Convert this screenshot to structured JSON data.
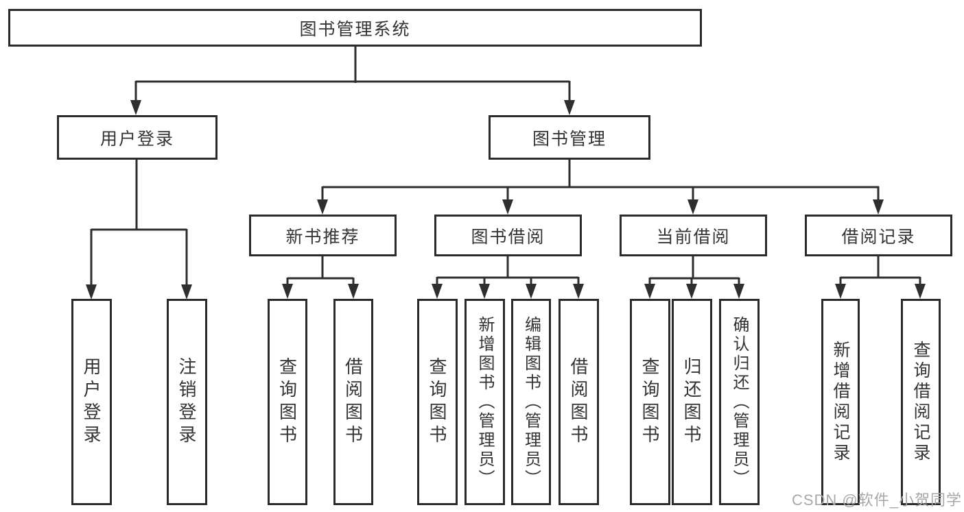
{
  "diagram": {
    "root": {
      "label": "图书管理系统",
      "children": [
        {
          "label": "用户登录",
          "children": [
            {
              "label": "用户登录"
            },
            {
              "label": "注销登录"
            }
          ]
        },
        {
          "label": "图书管理",
          "children": [
            {
              "label": "新书推荐",
              "children": [
                {
                  "label": "查询图书"
                },
                {
                  "label": "借阅图书"
                }
              ]
            },
            {
              "label": "图书借阅",
              "children": [
                {
                  "label": "查询图书"
                },
                {
                  "label": "新增图书（管理员）"
                },
                {
                  "label": "编辑图书（管理员）"
                },
                {
                  "label": "借阅图书"
                }
              ]
            },
            {
              "label": "当前借阅",
              "children": [
                {
                  "label": "查询图书"
                },
                {
                  "label": "归还图书"
                },
                {
                  "label": "确认归还（管理员）"
                }
              ]
            },
            {
              "label": "借阅记录",
              "children": [
                {
                  "label": "新增借阅记录"
                },
                {
                  "label": "查询借阅记录"
                }
              ]
            }
          ]
        }
      ]
    },
    "watermark": "CSDN @软件_小贺同学",
    "colors": {
      "line": "#2e2e2e",
      "box_border": "#2b2b2b",
      "box_fill": "#ffffff",
      "text": "#333333",
      "watermark": "#a8a8ac",
      "background": "#ffffff"
    }
  }
}
